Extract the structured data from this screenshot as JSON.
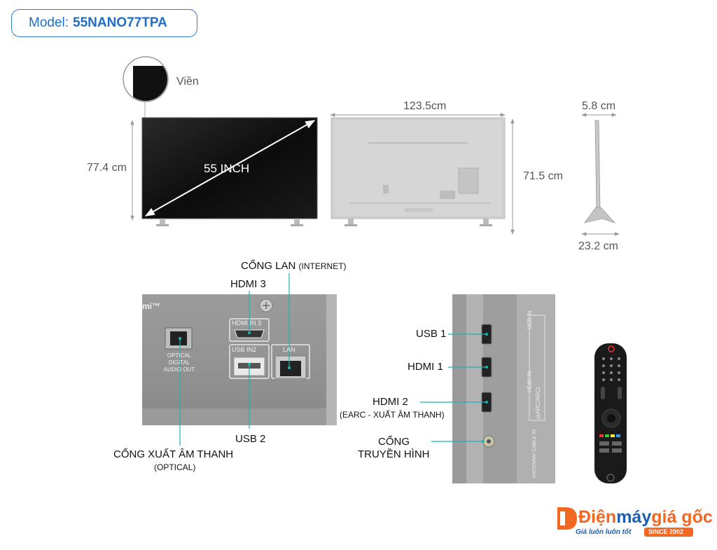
{
  "model": {
    "label": "Model:",
    "value": "55NANO77TPA"
  },
  "dimensions": {
    "bezel": "Viền",
    "diagonal": "55 INCH",
    "height_with_stand": "77.4 cm",
    "width": "123.5cm",
    "height_body": "71.5 cm",
    "depth_body": "5.8 cm",
    "depth_stand": "23.2 cm"
  },
  "ports_panel_1": {
    "lan_label": "CỔNG LAN",
    "lan_sub": "(INTERNET)",
    "hdmi3": "HDMI 3",
    "usb2": "USB 2",
    "optical_label": "CỔNG XUẤT ÂM THANH",
    "optical_sub": "(OPTICAL)",
    "panel_text": {
      "hdmi_in_3": "HDMI IN 3",
      "usb_in_2": "USB IN2",
      "lan": "LAN",
      "optical_1": "OPTICAL",
      "optical_2": "DIGITAL",
      "optical_3": "AUDIO OUT",
      "hdmi_tm": "mi™"
    }
  },
  "ports_panel_2": {
    "usb1": "USB 1",
    "hdmi1": "HDMI 1",
    "hdmi2": "HDMI 2",
    "hdmi2_sub": "(EARC - XUẤT ÂM THANH)",
    "tv_1": "CỔNG",
    "tv_2": "TRUYỀN HÌNH",
    "panel_text": {
      "usb_in": "USB IN",
      "hdmi_in": "HDMI IN",
      "earc": "(eARC/ARC)",
      "antenna": "ANTENNA/ CABLE IN"
    }
  },
  "brand": {
    "name_1": "Điện",
    "name_2": "máy",
    "name_3": "giá gốc",
    "slogan": "Giá luôn luôn tốt",
    "since": "SINCE 2002"
  },
  "colors": {
    "accent": "#1f6fc9",
    "callout": "#19b5b5",
    "brand_orange": "#f26722",
    "brand_blue": "#1d5fb0",
    "panel_gray": "#a8a8a8"
  }
}
